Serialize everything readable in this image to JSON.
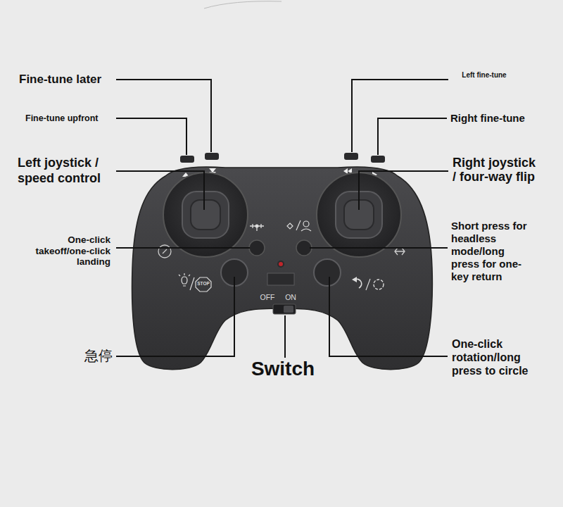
{
  "diagram": {
    "labels": [
      "Fine-tune later",
      "Left fine-tune",
      "Fine-tune upfront",
      "Right fine-tune",
      "Left joystick / speed control",
      "Right joystick / four-way flip",
      "One-click takeoff/one-click landing",
      "Short press for headless mode/long press for one-key return",
      "STOP",
      "OFF",
      "ON",
      "急停",
      "Switch",
      "One-click rotation/long press to circle"
    ]
  }
}
